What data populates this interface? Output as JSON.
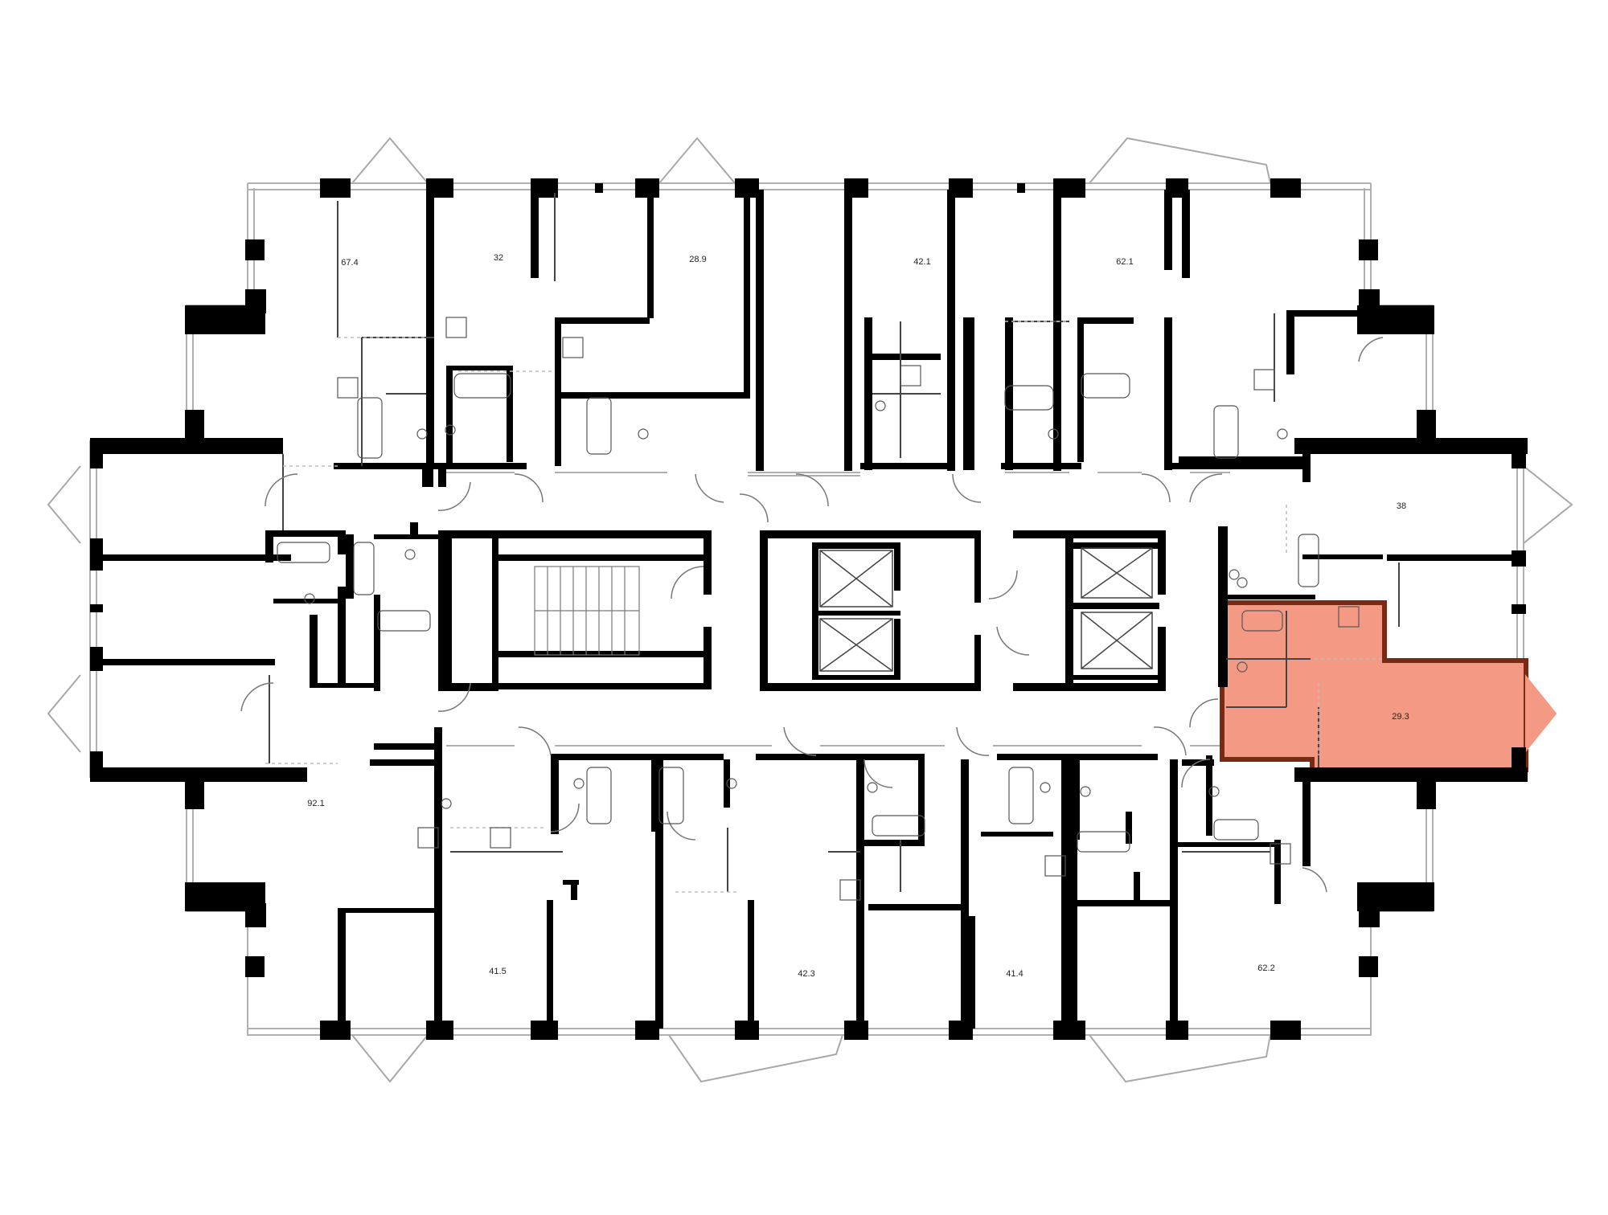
{
  "colors": {
    "wall": "#000000",
    "thin": "#9a9a9a",
    "fixture": "#555555",
    "selected_fill": "#f49a84",
    "selected_stroke": "#7a2a12"
  },
  "apartments": [
    {
      "id": "apt-67-4",
      "area": "67.4",
      "selected": false
    },
    {
      "id": "apt-32",
      "area": "32",
      "selected": false
    },
    {
      "id": "apt-28-9",
      "area": "28.9",
      "selected": false
    },
    {
      "id": "apt-42-1",
      "area": "42.1",
      "selected": false
    },
    {
      "id": "apt-62-1",
      "area": "62.1",
      "selected": false
    },
    {
      "id": "apt-38",
      "area": "38",
      "selected": false
    },
    {
      "id": "apt-29-3",
      "area": "29.3",
      "selected": true
    },
    {
      "id": "apt-92-1",
      "area": "92.1",
      "selected": false
    },
    {
      "id": "apt-41-5",
      "area": "41.5",
      "selected": false
    },
    {
      "id": "apt-42-3",
      "area": "42.3",
      "selected": false
    },
    {
      "id": "apt-41-4",
      "area": "41.4",
      "selected": false
    },
    {
      "id": "apt-62-2",
      "area": "62.2",
      "selected": false
    }
  ]
}
